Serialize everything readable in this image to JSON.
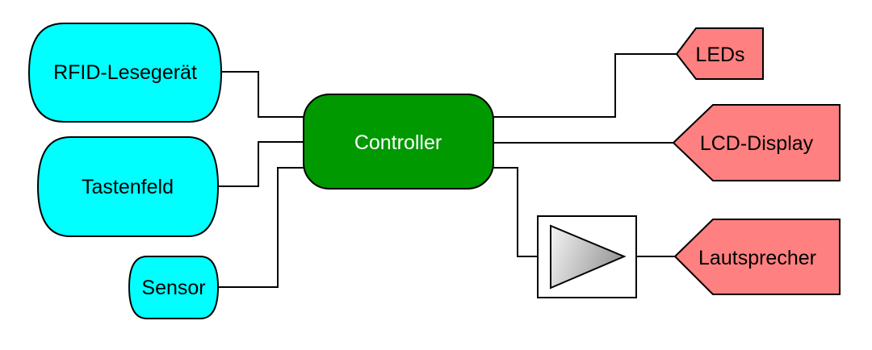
{
  "diagram": {
    "inputs": {
      "rfid": "RFID-Lesegerät",
      "keypad": "Tastenfeld",
      "sensor": "Sensor"
    },
    "controller": "Controller",
    "outputs": {
      "leds": "LEDs",
      "lcd": "LCD-Display",
      "speaker": "Lautsprecher"
    },
    "amplifier_icon": "amplifier-triangle-icon"
  },
  "colors": {
    "input_fill": "#00FFFF",
    "controller_fill": "#009900",
    "output_fill": "#FF8080",
    "line": "#000000"
  }
}
